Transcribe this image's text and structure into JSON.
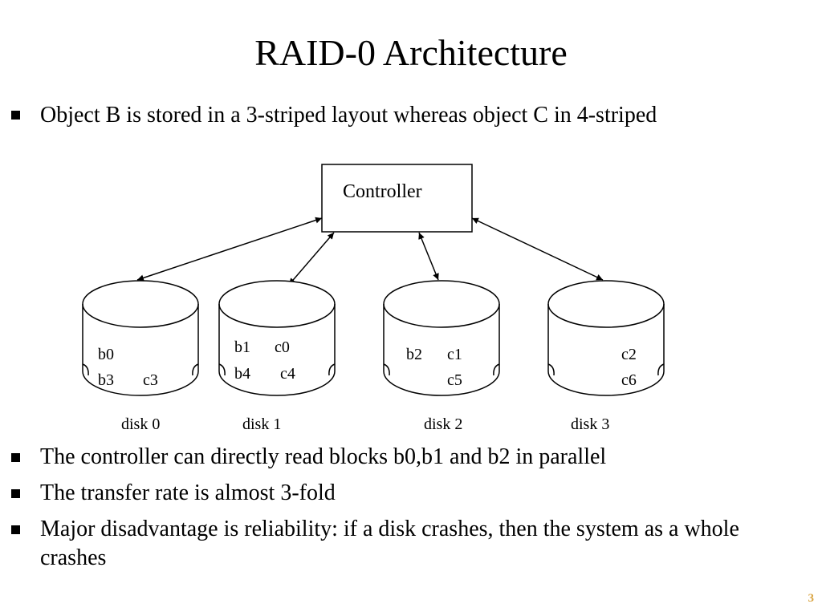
{
  "title": "RAID-0 Architecture",
  "bullets_top": [
    "Object B is stored in a 3-striped layout whereas object C in 4-striped"
  ],
  "diagram": {
    "controller_label": "Controller",
    "disks": [
      {
        "label": "disk 0",
        "blocks": [
          "b0",
          "b3",
          "c3"
        ]
      },
      {
        "label": "disk 1",
        "blocks": [
          "b1",
          "c0",
          "b4",
          "c4"
        ]
      },
      {
        "label": "disk 2",
        "blocks": [
          "b2",
          "c1",
          "c5"
        ]
      },
      {
        "label": "disk 3",
        "blocks": [
          "c2",
          "c6"
        ]
      }
    ]
  },
  "bullets_bottom": [
    "The controller can directly read blocks b0,b1 and b2 in parallel",
    "The transfer rate is almost 3-fold",
    "Major disadvantage is reliability: if a disk crashes, then the system as a whole crashes"
  ],
  "page_number": "3"
}
